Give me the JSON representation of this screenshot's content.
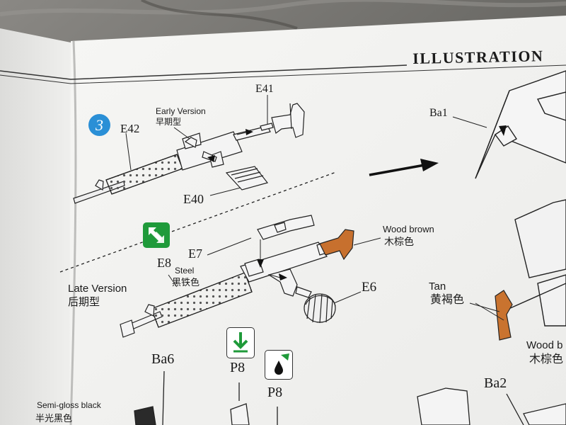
{
  "header": {
    "title": "ILLUSTRATION"
  },
  "step": {
    "number": "3"
  },
  "versions": {
    "early": {
      "en": "Early Version",
      "cn": "早期型"
    },
    "late": {
      "en": "Late Version",
      "cn": "后期型"
    }
  },
  "parts": {
    "E41": "E41",
    "E42": "E42",
    "E40": "E40",
    "E7": "E7",
    "E8": "E8",
    "E6": "E6",
    "Ba1": "Ba1",
    "Ba6": "Ba6",
    "Ba2": "Ba2",
    "P8_a": "P8",
    "P8_b": "P8"
  },
  "paints": {
    "wood_brown": {
      "en": "Wood brown",
      "cn": "木棕色"
    },
    "steel": {
      "en": "Steel",
      "cn": "黑铁色"
    },
    "tan": {
      "en": "Tan",
      "cn": "黄褐色"
    },
    "wood_right": {
      "en": "Wood b",
      "cn": "木棕色"
    },
    "semi_gloss": {
      "en": "Semi-gloss black",
      "cn": "半光黑色"
    }
  },
  "colors": {
    "step_badge": "#2a8fd6",
    "assembly_icon": "#1f9a3a",
    "wood_brown": "#c7702e",
    "tan": "#c9732f",
    "paper": "#f3f3f1"
  },
  "icons": [
    "assembly-icon",
    "glue-icon",
    "cement-drop-icon"
  ]
}
